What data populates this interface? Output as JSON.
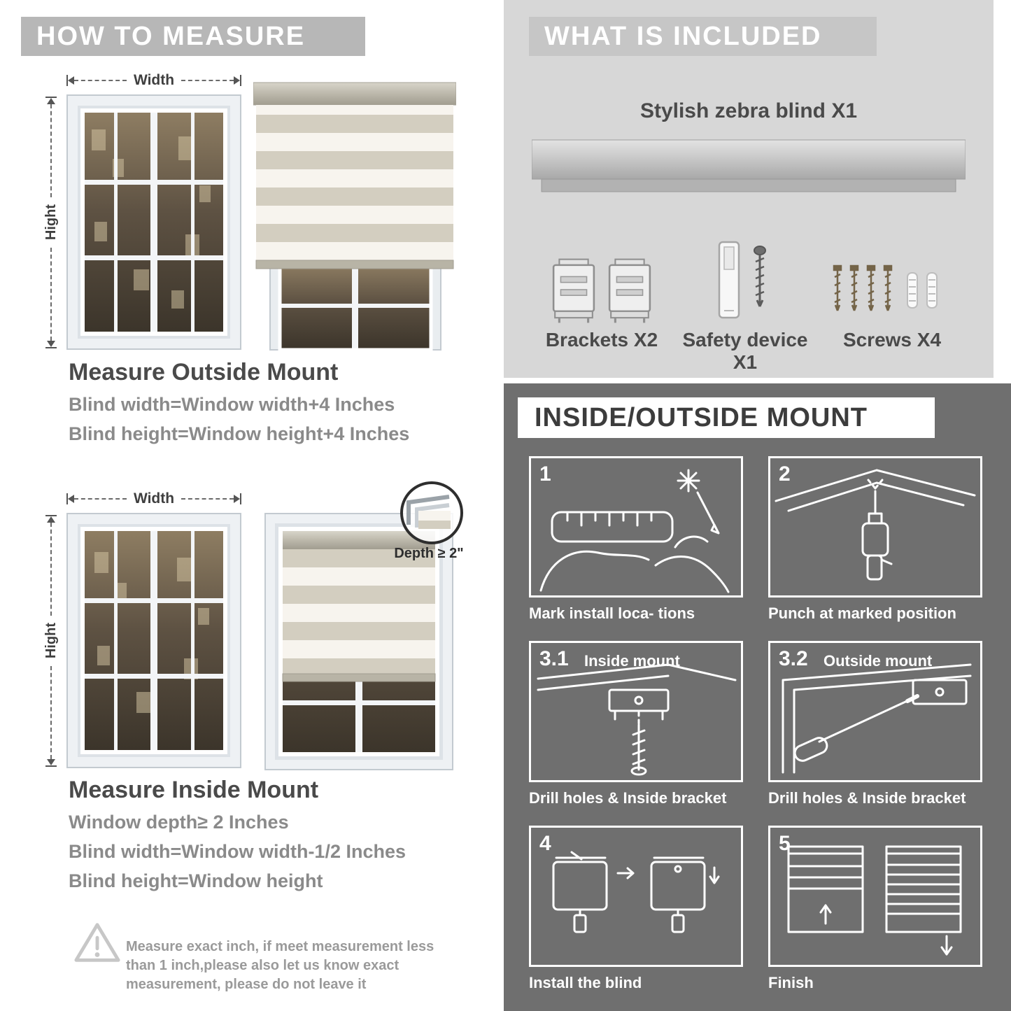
{
  "measure": {
    "banner": "HOW TO MEASURE",
    "outside": {
      "width_label": "Width",
      "height_label": "Hight",
      "heading": "Measure Outside Mount",
      "lines": [
        "Blind width=Window width+4 Inches",
        "Blind height=Window height+4 Inches"
      ]
    },
    "inside": {
      "width_label": "Width",
      "height_label": "Hight",
      "depth_label": "Depth ≥ 2\"",
      "heading": "Measure Inside Mount",
      "lines": [
        "Window depth≥ 2 Inches",
        "Blind width=Window width-1/2 Inches",
        "Blind height=Window height"
      ]
    },
    "warning_text": "Measure exact inch, if meet measurement less than 1 inch,please also let us know exact measurement, please do not leave it"
  },
  "included": {
    "banner": "WHAT IS INCLUDED",
    "product_label": "Stylish zebra blind X1",
    "items": [
      {
        "label": "Brackets X2"
      },
      {
        "label": "Safety device X1"
      },
      {
        "label": "Screws X4"
      }
    ]
  },
  "mount": {
    "banner": "INSIDE/OUTSIDE MOUNT",
    "steps": [
      {
        "num": "1",
        "title": "",
        "caption": "Mark install loca- tions"
      },
      {
        "num": "2",
        "title": "",
        "caption": "Punch at  marked position"
      },
      {
        "num": "3.1",
        "title": "Inside mount",
        "caption": "Drill holes &  Inside bracket"
      },
      {
        "num": "3.2",
        "title": "Outside mount",
        "caption": "Drill holes &  Inside bracket"
      },
      {
        "num": "4",
        "title": "",
        "caption": "Install the blind"
      },
      {
        "num": "5",
        "title": "",
        "caption": "Finish"
      }
    ]
  },
  "colors": {
    "banner_gray": "#b7b7b7",
    "included_bg": "#d7d7d7",
    "included_banner": "#c6c6c6",
    "mount_panel_bg": "#6f6f6f",
    "heading_text": "#4a4a4a",
    "body_text": "#8a8a8a"
  }
}
